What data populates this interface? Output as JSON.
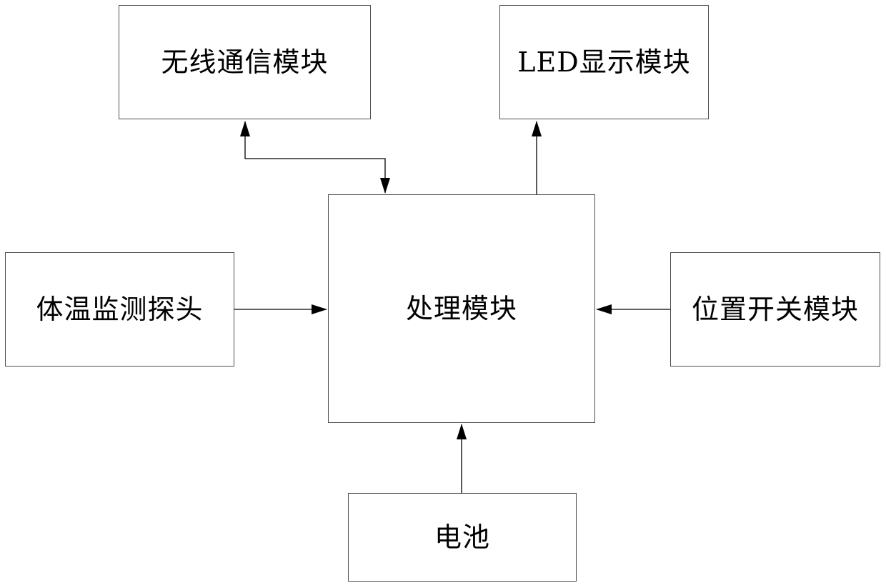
{
  "diagram": {
    "nodes": {
      "wireless": {
        "label": "无线通信模块"
      },
      "led": {
        "label": "LED显示模块"
      },
      "processing": {
        "label": "处理模块"
      },
      "temperature_probe": {
        "label": "体温监测探头"
      },
      "position_switch": {
        "label": "位置开关模块"
      },
      "battery": {
        "label": "电池"
      }
    },
    "edges": [
      {
        "from": "processing",
        "to": "wireless",
        "direction": "bidirectional"
      },
      {
        "from": "processing",
        "to": "led",
        "direction": "forward"
      },
      {
        "from": "temperature_probe",
        "to": "processing",
        "direction": "forward"
      },
      {
        "from": "position_switch",
        "to": "processing",
        "direction": "forward"
      },
      {
        "from": "battery",
        "to": "processing",
        "direction": "forward"
      }
    ],
    "colors": {
      "line": "#000000",
      "box_border": "#4d4d4d",
      "background": "#ffffff"
    }
  }
}
